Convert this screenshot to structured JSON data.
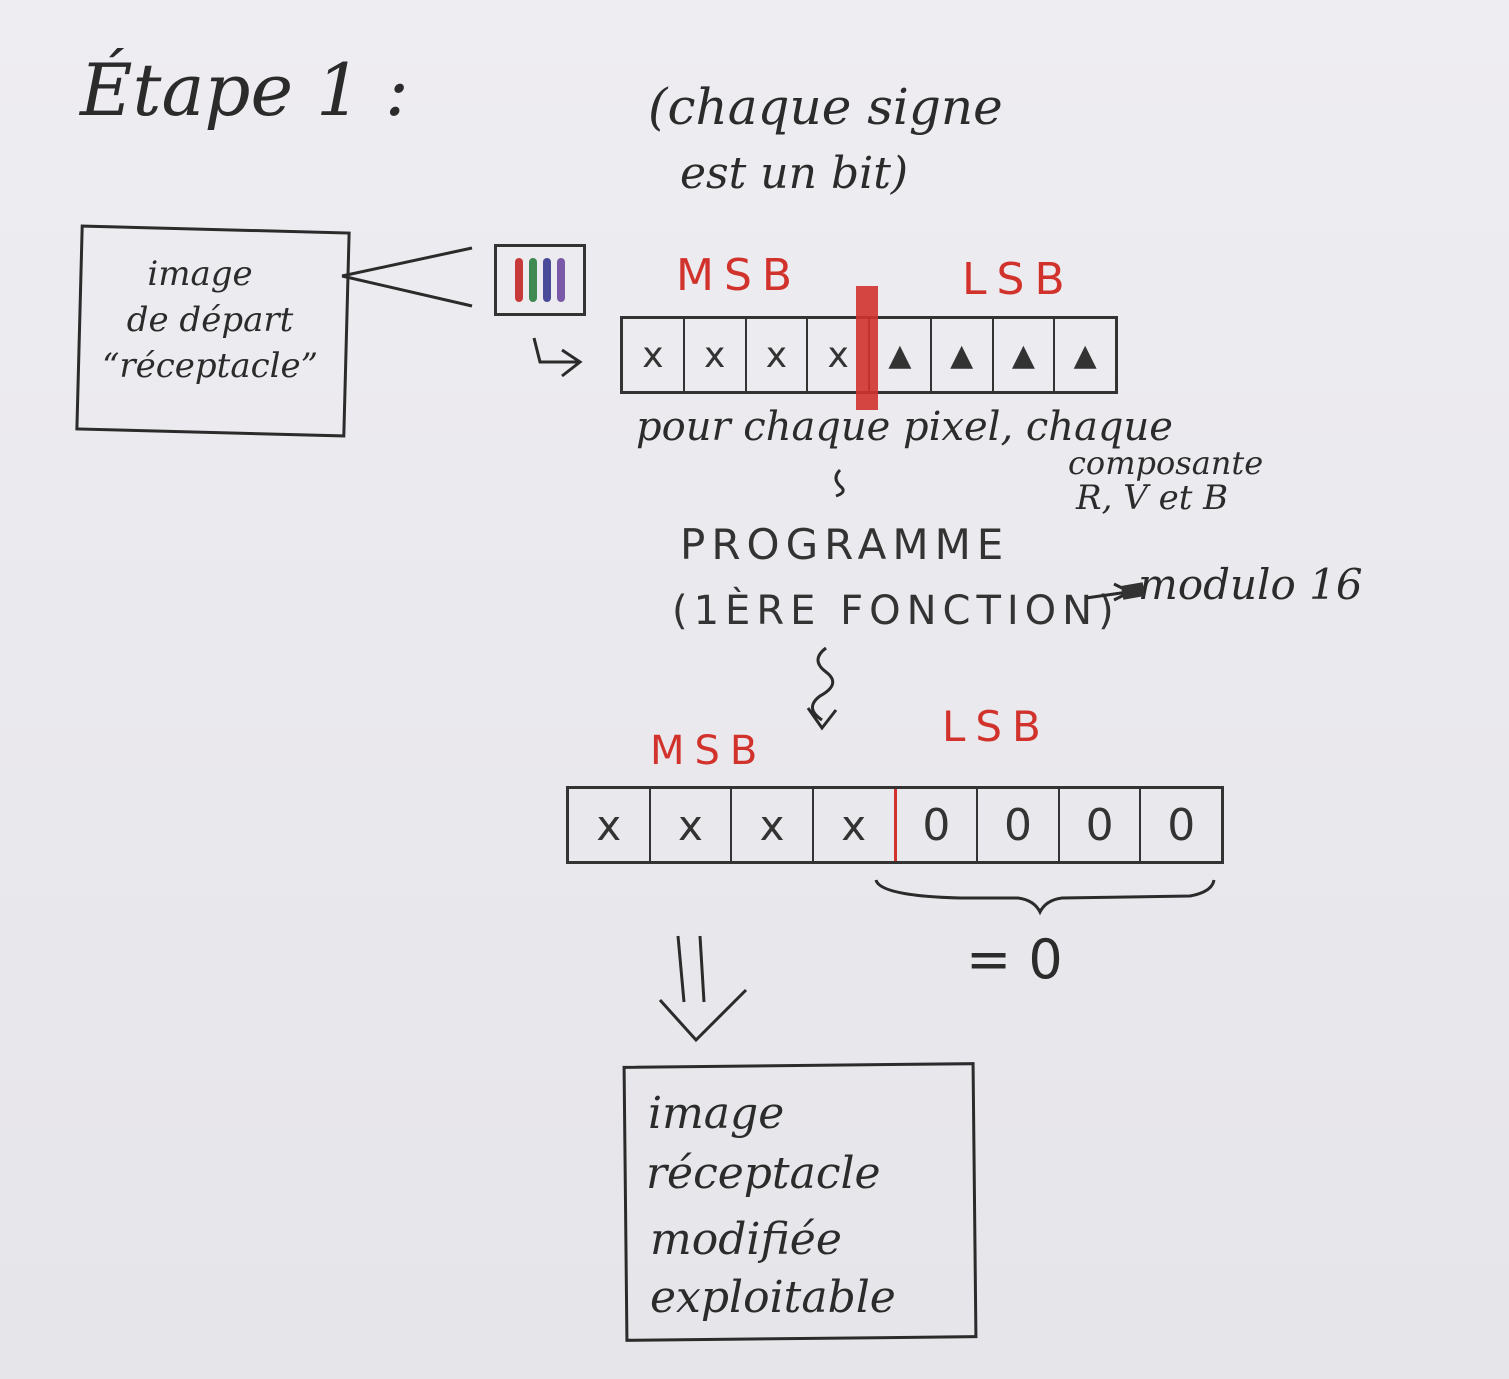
{
  "title": "Étape 1 :",
  "note": {
    "line1": "(chaque signe",
    "line2": "est un bit)"
  },
  "start_box": {
    "line1": "image",
    "line2": "de départ",
    "line3": "“réceptacle”"
  },
  "pixel_icon": "rgb-pixel-icon",
  "top_byte": {
    "msb_label": "MSB",
    "lsb_label": "LSB",
    "msb_bits": [
      "x",
      "x",
      "x",
      "x"
    ],
    "lsb_bits": [
      "▲",
      "▲",
      "▲",
      "▲"
    ]
  },
  "pixel_note": {
    "line1": "pour chaque pixel, chaque",
    "line2": "composante",
    "line3": "R, V et B"
  },
  "program": {
    "line1": "PROGRAMME",
    "line2": "(1ÈRE FONCTION)",
    "arrow_note": "modulo 16"
  },
  "bottom_byte": {
    "msb_label": "MSB",
    "lsb_label": "LSB",
    "msb_bits": [
      "x",
      "x",
      "x",
      "x"
    ],
    "lsb_bits": [
      "0",
      "0",
      "0",
      "0"
    ],
    "brace_result": "= 0"
  },
  "result_box": {
    "line1": "image",
    "line2": "réceptacle",
    "line3": "modifiée",
    "line4": "exploitable"
  },
  "colors": {
    "ink": "#2b2b2b",
    "red_ink": "#d2322c",
    "paper": "#ecebef",
    "pixel_red": "#c83a3a",
    "pixel_green": "#3f8a52",
    "pixel_blue": "#4a4a9a"
  }
}
